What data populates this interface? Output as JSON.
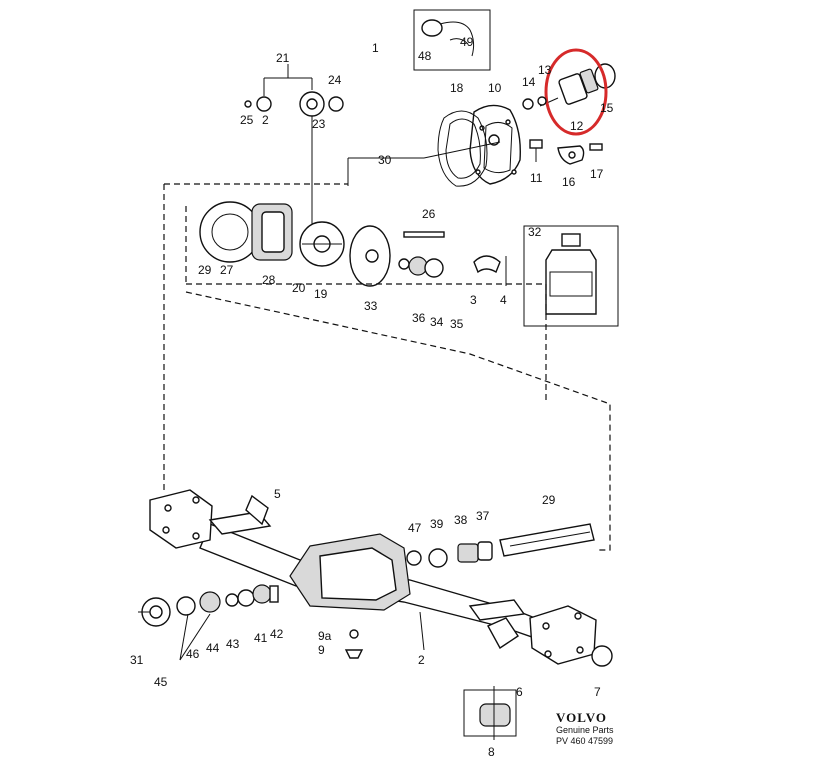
{
  "brand": {
    "name": "VOLVO",
    "line1": "Genuine Parts",
    "line2": "PV 460 47599"
  },
  "labels": [
    "1",
    "2",
    "3",
    "4",
    "5",
    "6",
    "7",
    "8",
    "9",
    "9a",
    "10",
    "11",
    "12",
    "13",
    "14",
    "15",
    "16",
    "17",
    "18",
    "19",
    "20",
    "21",
    "23",
    "24",
    "25",
    "2",
    "26",
    "27",
    "28",
    "29",
    "29",
    "30",
    "31",
    "32",
    "33",
    "34",
    "35",
    "36",
    "37",
    "38",
    "39",
    "41",
    "42",
    "43",
    "44",
    "45",
    "46",
    "47",
    "48",
    "49"
  ],
  "highlight": {
    "part": "12",
    "color": "#d62a2a"
  },
  "colors": {
    "line": "#111111",
    "background": "#ffffff"
  }
}
